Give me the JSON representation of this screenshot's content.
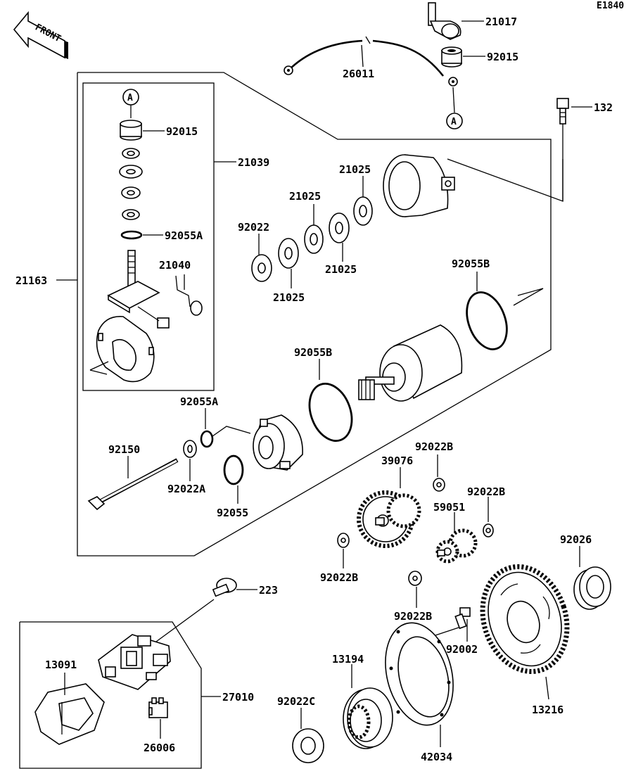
{
  "diagram_id": "E1840",
  "front_label": "FRONT",
  "ref_marker": "A",
  "parts": {
    "p21017": "21017",
    "p92015_top": "92015",
    "p26011": "26011",
    "p132": "132",
    "p92015_in": "92015",
    "p21039": "21039",
    "p92055A_in": "92055A",
    "p21040": "21040",
    "p21163": "21163",
    "p21025_a": "21025",
    "p21025_b": "21025",
    "p21025_c": "21025",
    "p21025_d": "21025",
    "p92022": "92022",
    "p92055B_top": "92055B",
    "p92055B_mid": "92055B",
    "p92055A_out": "92055A",
    "p92150": "92150",
    "p92022A": "92022A",
    "p92055": "92055",
    "p39076": "39076",
    "p92022B_a": "92022B",
    "p92022B_b": "92022B",
    "p59051": "59051",
    "p92026": "92026",
    "p92022B_c": "92022B",
    "p92022B_d": "92022B",
    "p92002": "92002",
    "p223": "223",
    "p13091": "13091",
    "p27010": "27010",
    "p26006": "26006",
    "p13194": "13194",
    "p92022C": "92022C",
    "p42034": "42034",
    "p13216": "13216"
  }
}
